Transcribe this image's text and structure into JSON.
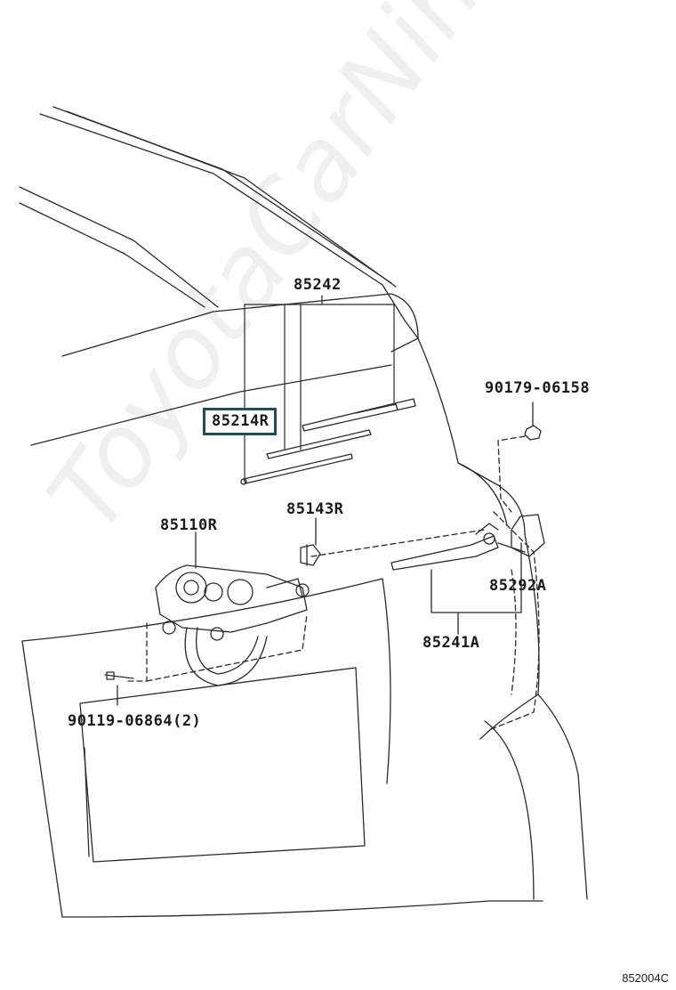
{
  "parts": {
    "p85242": "85242",
    "p85214R": "85214R",
    "p9017906158": "90179-06158",
    "p85110R": "85110R",
    "p85143R": "85143R",
    "p85292A": "85292A",
    "p85241A": "85241A",
    "p9011906864": "90119-06864(2)"
  },
  "diagram_code": "852004C",
  "watermark": "ToyotaCarNine.ru",
  "colors": {
    "line": "#2a2a2a",
    "highlight_border": "#1f4e5a",
    "watermark": "#000000"
  }
}
